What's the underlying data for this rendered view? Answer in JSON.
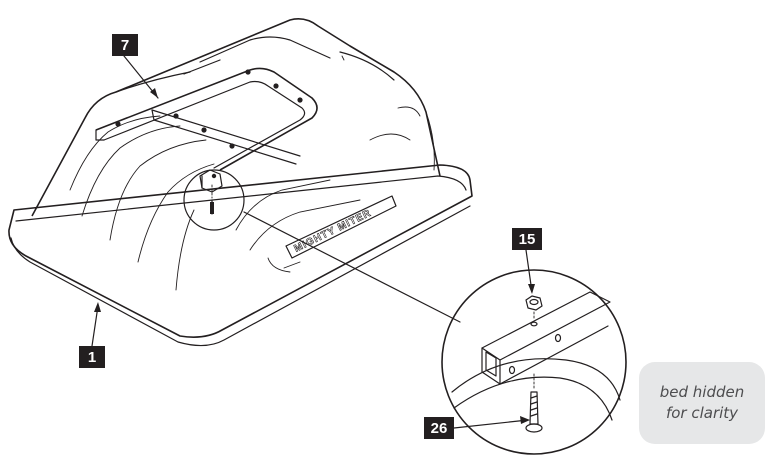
{
  "callouts": {
    "seven": "7",
    "one": "1",
    "fifteen": "15",
    "twentysix": "26"
  },
  "embossed_text": "MIGHTY MITER",
  "note": {
    "line1": "bed hidden",
    "line2": "for clarity"
  }
}
